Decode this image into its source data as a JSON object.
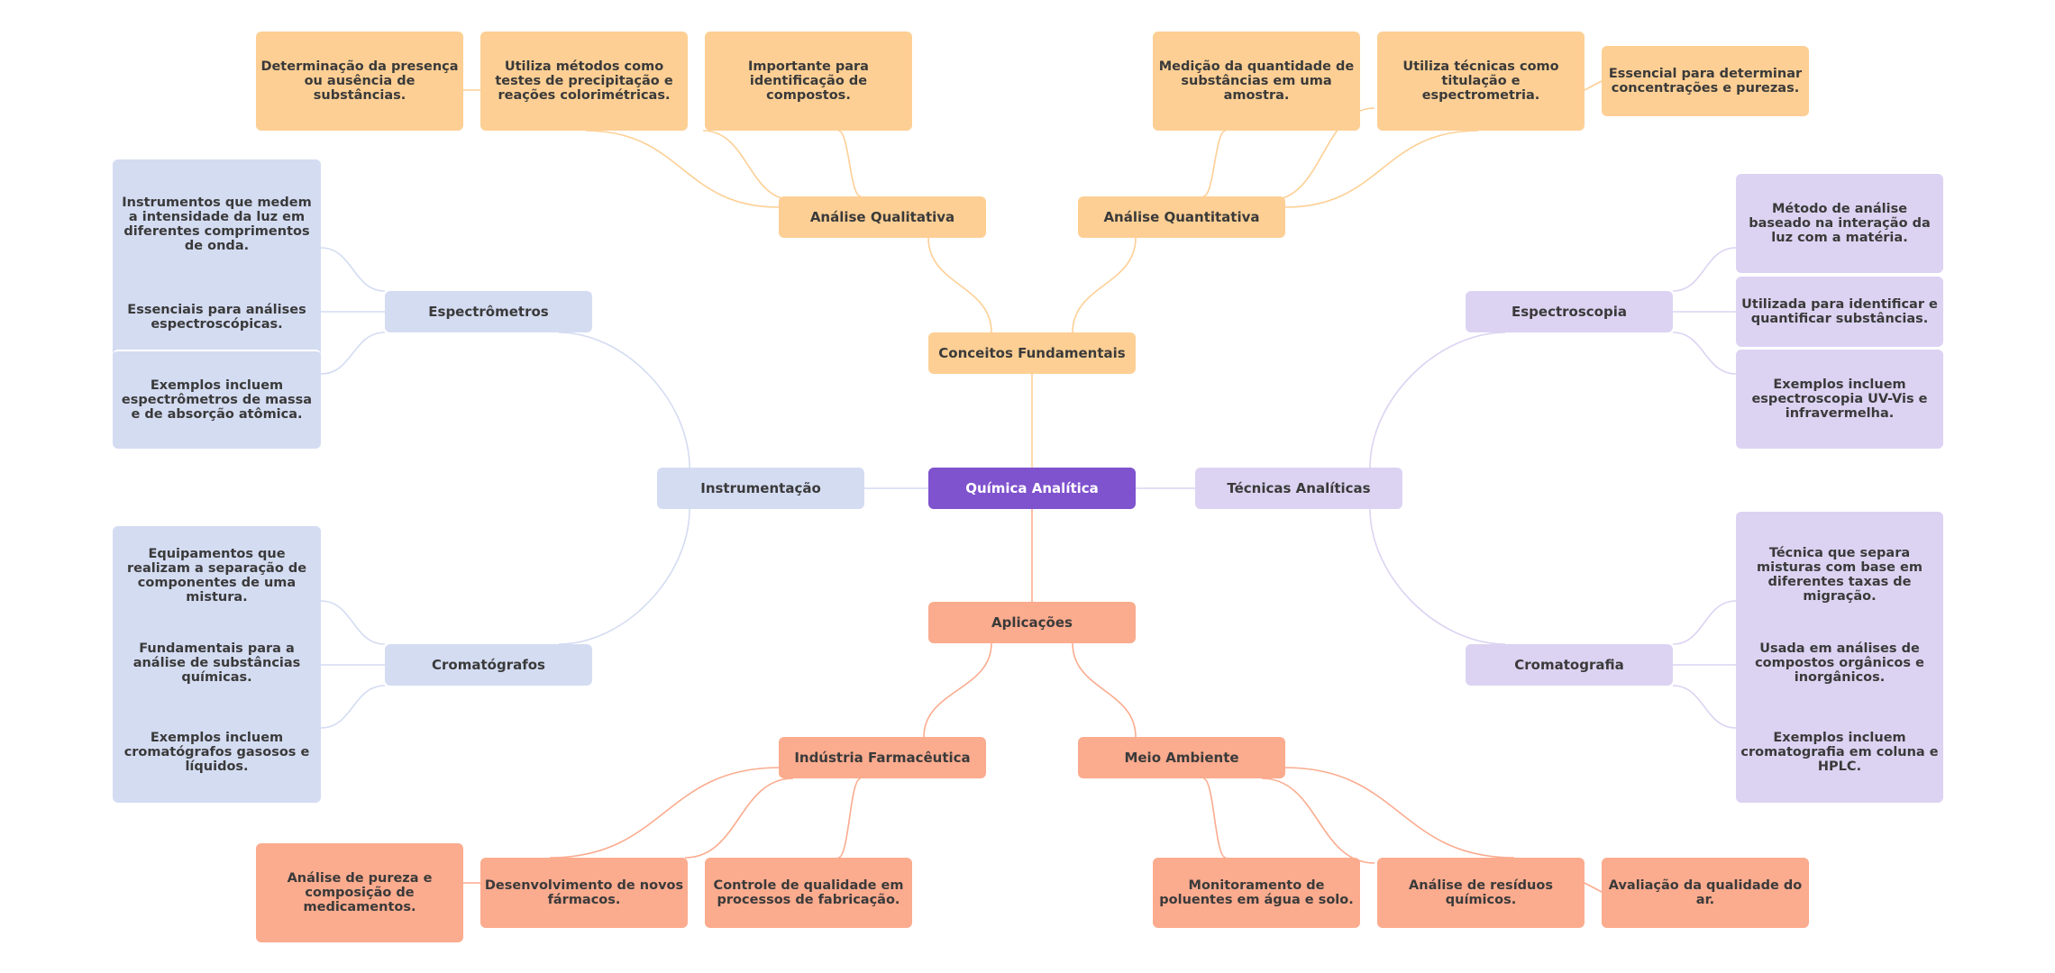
{
  "colors": {
    "root": "#7f52ce",
    "conceitos": "#fdcf94",
    "aplicacoes": "#fbab8e",
    "instrumentacao": "#d4dcf2",
    "tecnicas": "#dcd3f2"
  },
  "root": {
    "label": "Química Analítica"
  },
  "conceitos": {
    "label": "Conceitos Fundamentais",
    "qualitativa": {
      "label": "Análise Qualitativa",
      "leaves": [
        "Determinação da presença ou ausência de substâncias.",
        "Utiliza métodos como testes de precipitação e reações colorimétricas.",
        "Importante para identificação de compostos."
      ]
    },
    "quantitativa": {
      "label": "Análise Quantitativa",
      "leaves": [
        "Medição da quantidade de substâncias em uma amostra.",
        "Utiliza técnicas como titulação e espectrometria.",
        "Essencial para determinar concentrações e purezas."
      ]
    }
  },
  "instrumentacao": {
    "label": "Instrumentação",
    "espectrometros": {
      "label": "Espectrômetros",
      "leaves": [
        "Instrumentos que medem a intensidade da luz em diferentes comprimentos de onda.",
        "Essenciais para análises espectroscópicas.",
        "Exemplos incluem espectrômetros de massa e de absorção atômica."
      ]
    },
    "cromatografos": {
      "label": "Cromatógrafos",
      "leaves": [
        "Equipamentos que realizam a separação de componentes de uma mistura.",
        "Fundamentais para a análise de substâncias químicas.",
        "Exemplos incluem cromatógrafos gasosos e líquidos."
      ]
    }
  },
  "tecnicas": {
    "label": "Técnicas Analíticas",
    "espectroscopia": {
      "label": "Espectroscopia",
      "leaves": [
        "Método de análise baseado na interação da luz com a matéria.",
        "Utilizada para identificar e quantificar substâncias.",
        "Exemplos incluem espectroscopia UV-Vis e infravermelha."
      ]
    },
    "cromatografia": {
      "label": "Cromatografia",
      "leaves": [
        "Técnica que separa misturas com base em diferentes taxas de migração.",
        "Usada em análises de compostos orgânicos e inorgânicos.",
        "Exemplos incluem cromatografia em coluna e HPLC."
      ]
    }
  },
  "aplicacoes": {
    "label": "Aplicações",
    "farmaceutica": {
      "label": "Indústria Farmacêutica",
      "leaves": [
        "Análise de pureza e composição de medicamentos.",
        "Desenvolvimento de novos fármacos.",
        "Controle de qualidade em processos de fabricação."
      ]
    },
    "ambiente": {
      "label": "Meio Ambiente",
      "leaves": [
        "Monitoramento de poluentes em água e solo.",
        "Análise de resíduos químicos.",
        "Avaliação da qualidade do ar."
      ]
    }
  }
}
